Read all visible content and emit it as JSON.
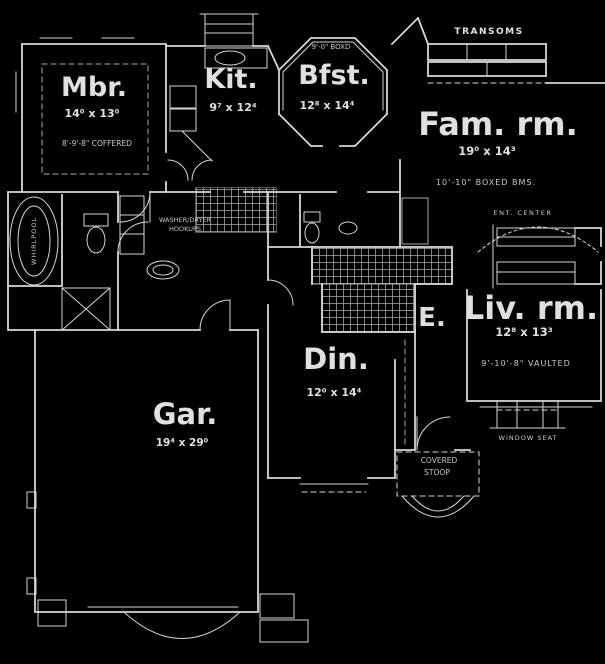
{
  "colors": {
    "background": "#000000",
    "line": "#d6d6d6",
    "line_soft": "#a8a8a8",
    "text": "#e0e0e0"
  },
  "rooms": {
    "mbr": {
      "label": "Mbr.",
      "dims": "14⁰ x 13⁰",
      "note": "8'-9'-8\" COFFERED"
    },
    "kit": {
      "label": "Kit.",
      "dims": "9⁷ x 12⁴"
    },
    "bfst": {
      "label": "Bfst.",
      "dims": "12⁸ x 14⁴",
      "note": "9'-0\" BOXD"
    },
    "fam": {
      "label": "Fam. rm.",
      "dims": "19⁰ x 14³",
      "note": "10'-10\" BOXED BMS."
    },
    "liv": {
      "label": "Liv. rm.",
      "dims": "12⁸ x 13³",
      "note": "9'-10'-8\" VAULTED"
    },
    "din": {
      "label": "Din.",
      "dims": "12⁰ x 14⁴"
    },
    "gar": {
      "label": "Gar.",
      "dims": "19⁴ x 29⁰"
    },
    "entry": {
      "label": "E."
    }
  },
  "annotations": {
    "transoms": "TRANSOMS",
    "ent_center": "ENT. CENTER",
    "window_seat": "WINDOW SEAT",
    "covered_line1": "COVERED",
    "covered_line2": "STOOP",
    "whirlpool": "WHIRLPOOL",
    "laundry_line1": "WASHER/DRYER",
    "laundry_line2": "HOOKUPS"
  }
}
